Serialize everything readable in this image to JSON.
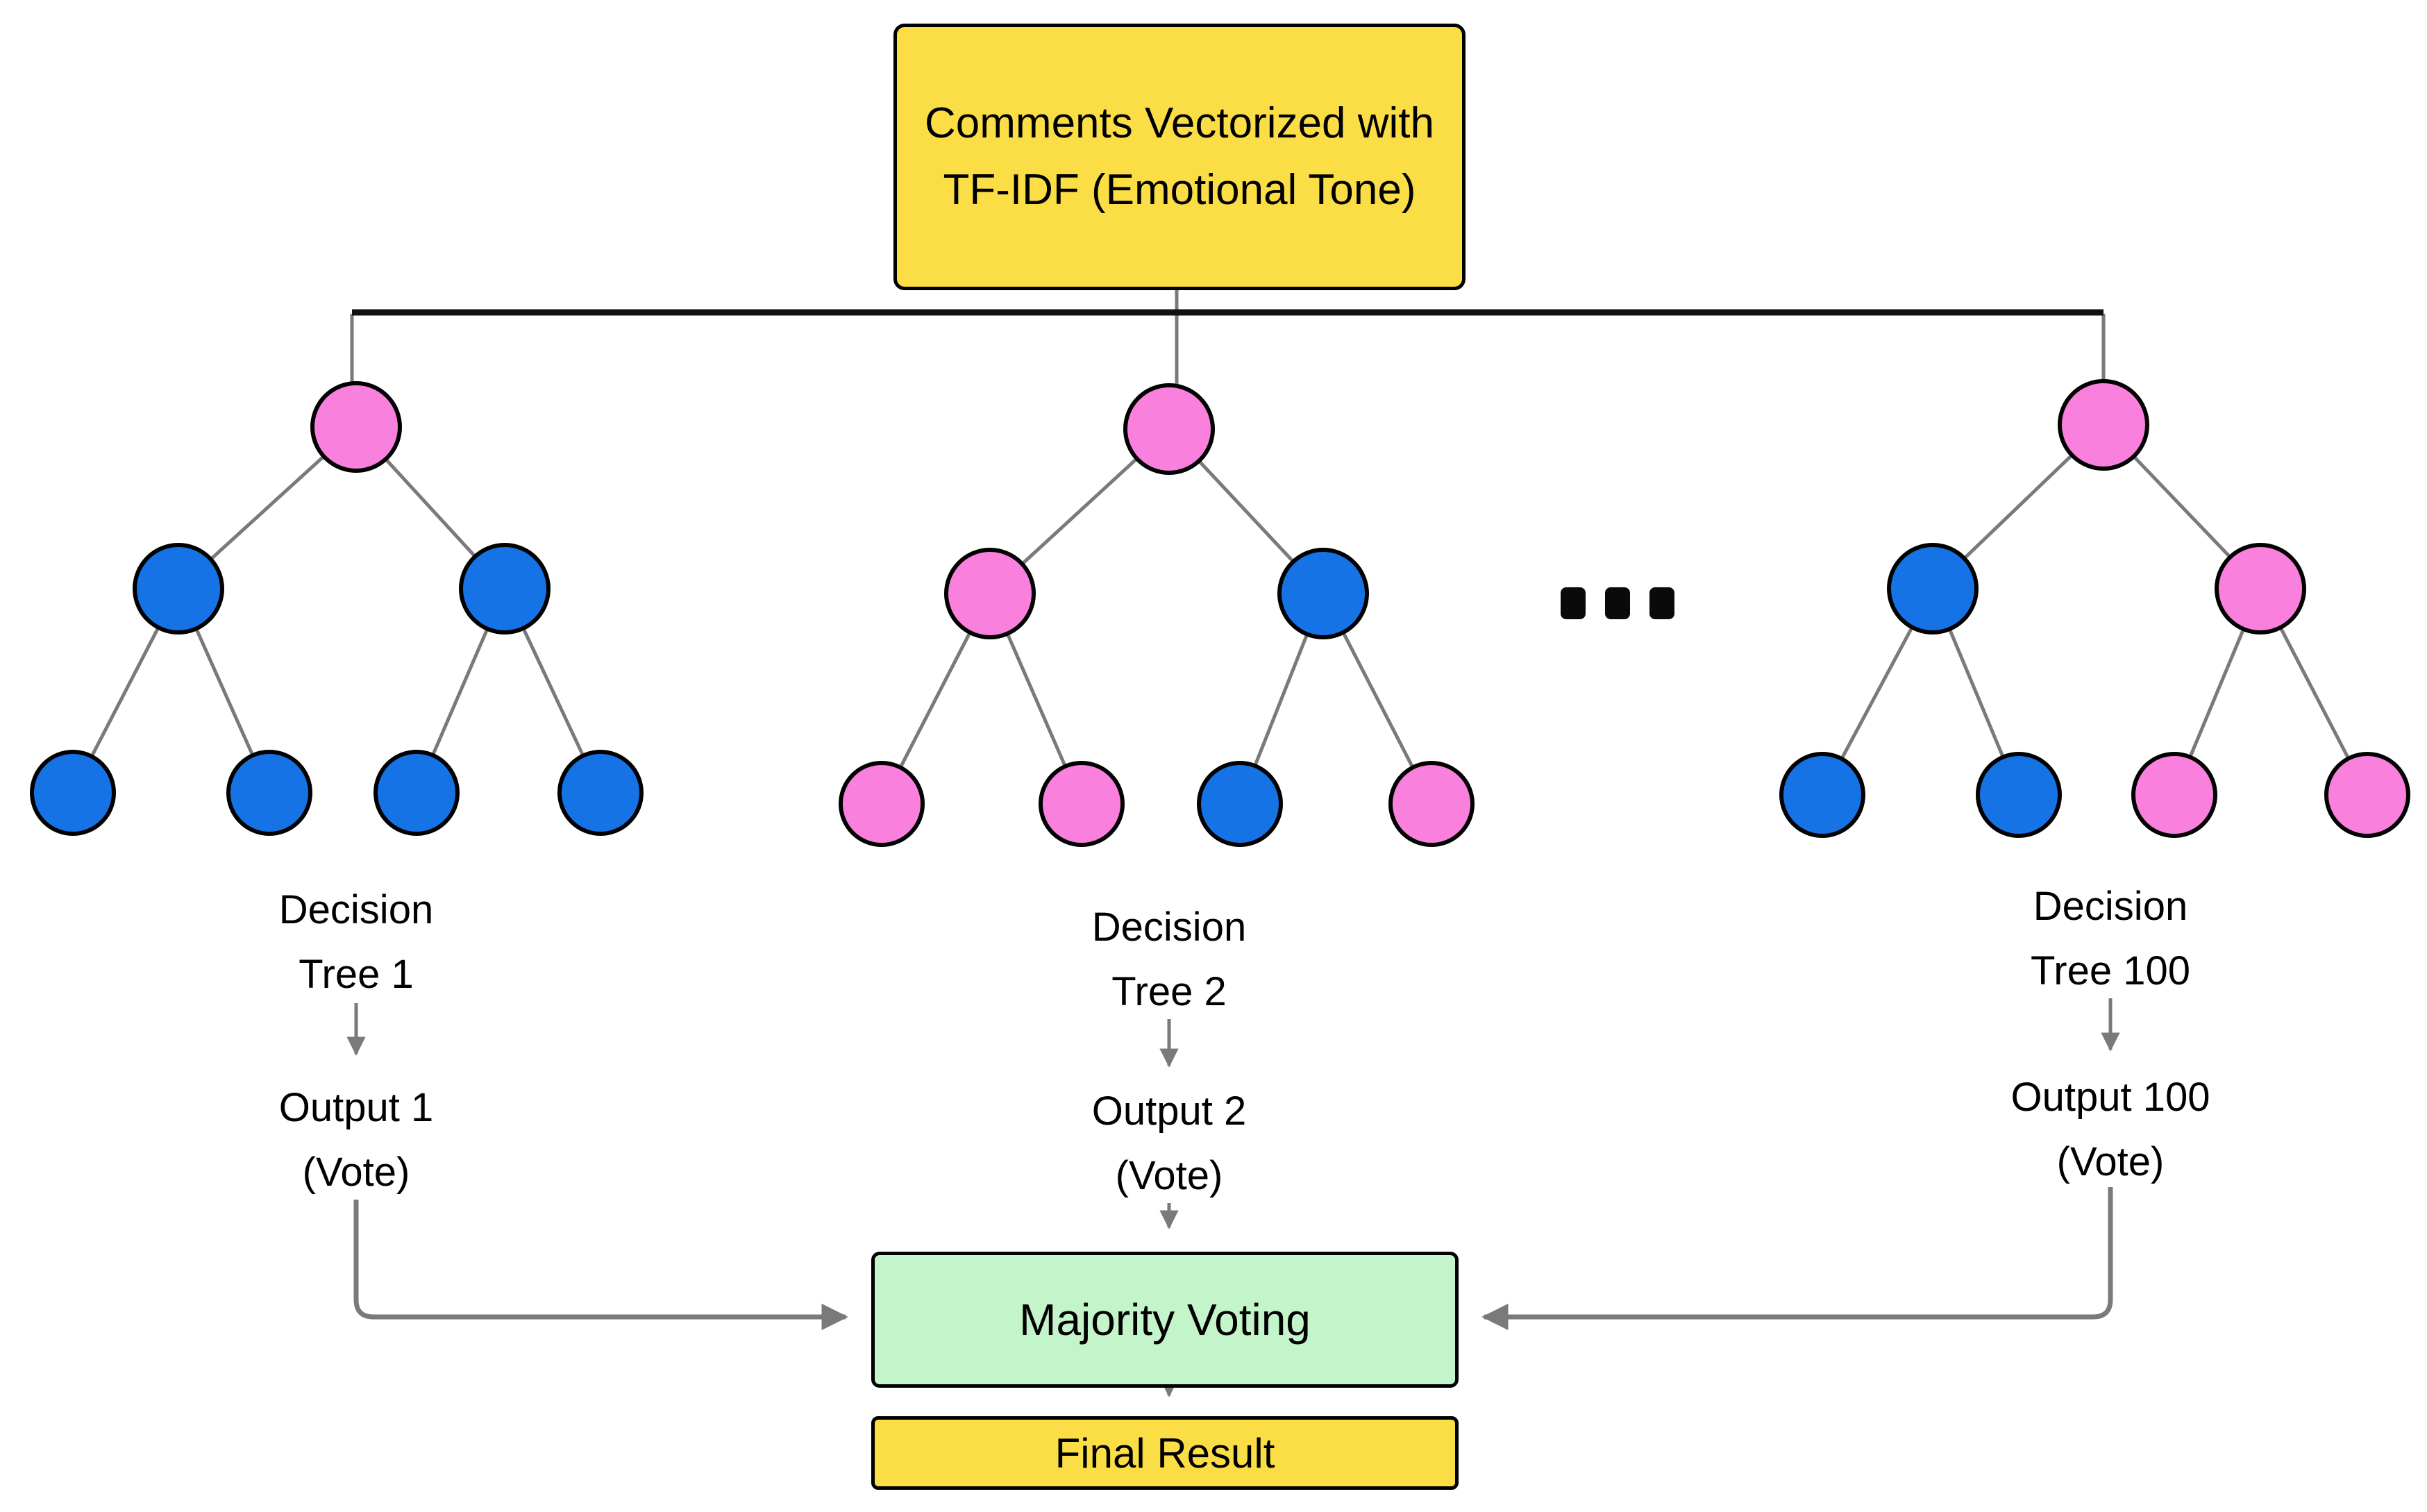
{
  "colors": {
    "yellow": "#FBDE45",
    "green": "#C4F4CA",
    "pink": "#FA80DE",
    "blue": "#1673E6",
    "connector": "#7A7A7A",
    "branch": "#111111",
    "ink": "#000000"
  },
  "icons": {
    "ellipsis": "square-dots-x3"
  },
  "top_box": {
    "line1": "Comments Vectorized with",
    "line2": "TF-IDF (Emotional Tone)"
  },
  "trees": [
    {
      "title_line1": "Decision",
      "title_line2": "Tree 1",
      "output_line1": "Output 1",
      "output_line2": "(Vote)",
      "node_colors": {
        "root": "#FA80DE",
        "left": "#1673E6",
        "right": "#1673E6",
        "leaf1": "#1673E6",
        "leaf2": "#1673E6",
        "leaf3": "#1673E6",
        "leaf4": "#1673E6"
      }
    },
    {
      "title_line1": "Decision",
      "title_line2": "Tree 2",
      "output_line1": "Output 2",
      "output_line2": "(Vote)",
      "node_colors": {
        "root": "#FA80DE",
        "left": "#FA80DE",
        "right": "#1673E6",
        "leaf1": "#FA80DE",
        "leaf2": "#FA80DE",
        "leaf3": "#1673E6",
        "leaf4": "#FA80DE"
      }
    },
    {
      "title_line1": "Decision",
      "title_line2": "Tree 100",
      "output_line1": "Output 100",
      "output_line2": "(Vote)",
      "node_colors": {
        "root": "#FA80DE",
        "left": "#1673E6",
        "right": "#FA80DE",
        "leaf1": "#1673E6",
        "leaf2": "#1673E6",
        "leaf3": "#FA80DE",
        "leaf4": "#FA80DE"
      }
    }
  ],
  "majority_box": {
    "label": "Majority Voting"
  },
  "final_box": {
    "label": "Final Result"
  }
}
